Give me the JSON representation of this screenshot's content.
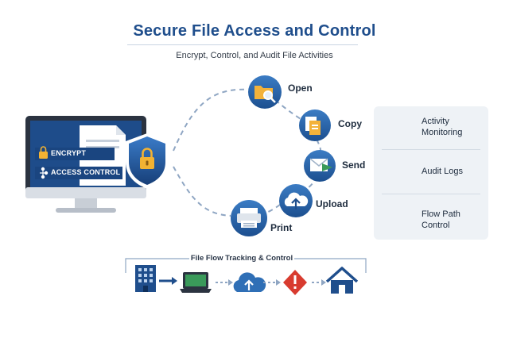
{
  "header": {
    "title": "Secure File Access and Control",
    "subtitle": "Encrypt, Control, and Audit File Activities"
  },
  "computer": {
    "encrypt_label": "ENCRYPT",
    "access_label": "ACCESS CONTROL"
  },
  "steps": [
    {
      "label": "Open",
      "icon": "folder-search-icon"
    },
    {
      "label": "Copy",
      "icon": "copy-files-icon"
    },
    {
      "label": "Send",
      "icon": "email-send-icon"
    },
    {
      "label": "Upload",
      "icon": "cloud-upload-icon"
    },
    {
      "label": "Print",
      "icon": "printer-icon"
    }
  ],
  "panel": {
    "items": [
      {
        "label_line1": "Activity",
        "label_line2": "Monitoring",
        "icon": "magnifier-icon"
      },
      {
        "label_line1": "Audit Logs",
        "label_line2": "",
        "icon": "clipboard-checklist-icon"
      },
      {
        "label_line1": "Flow Path",
        "label_line2": "Control",
        "icon": "flow-path-icon"
      }
    ]
  },
  "tracking": {
    "title": "File Flow Tracking & Control",
    "nodes": [
      "building-icon",
      "laptop-icon",
      "cloud-upload-icon",
      "warning-icon",
      "home-icon"
    ]
  },
  "colors": {
    "brand_blue": "#1f4e8c",
    "accent_blue": "#2f6fb6",
    "gold": "#f2b233",
    "green": "#3a9a5a",
    "red": "#d83b2f"
  }
}
